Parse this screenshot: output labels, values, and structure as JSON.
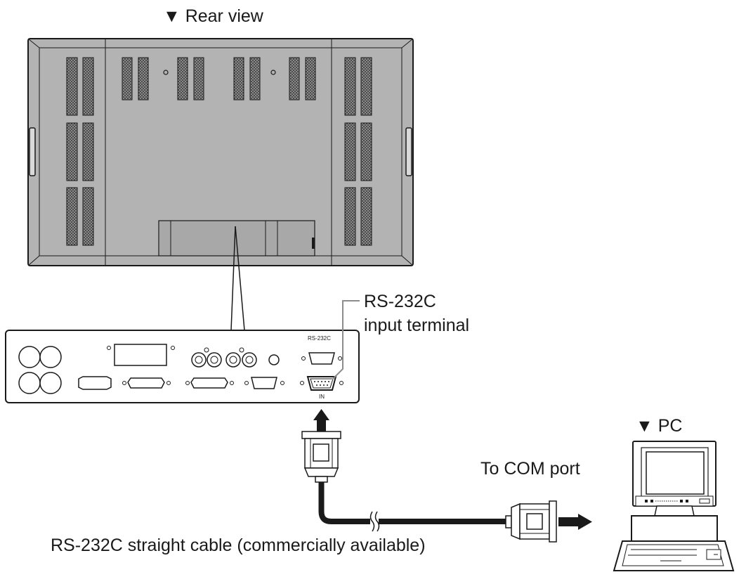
{
  "labels": {
    "rear_view": "▼ Rear view",
    "rs232c_title": "RS-232C",
    "rs232c_subtitle": "input terminal",
    "pc": "▼ PC",
    "com_port": "To COM port",
    "cable": "RS-232C straight cable (commercially available)",
    "panel_rs232c": "RS-232C",
    "panel_in": "IN"
  },
  "colors": {
    "ink": "#1a1a1a",
    "panel_gray": "#b3b3b3",
    "screen_gray": "#a8a8a8",
    "light_gray": "#d9d9d9",
    "mid_gray": "#8c8c8c",
    "background": "#ffffff"
  },
  "icons": {
    "rear_marker": "triangle-down-icon",
    "pc_marker": "triangle-down-icon",
    "arrow_up": "arrow-up-icon",
    "arrow_right": "arrow-right-icon"
  }
}
